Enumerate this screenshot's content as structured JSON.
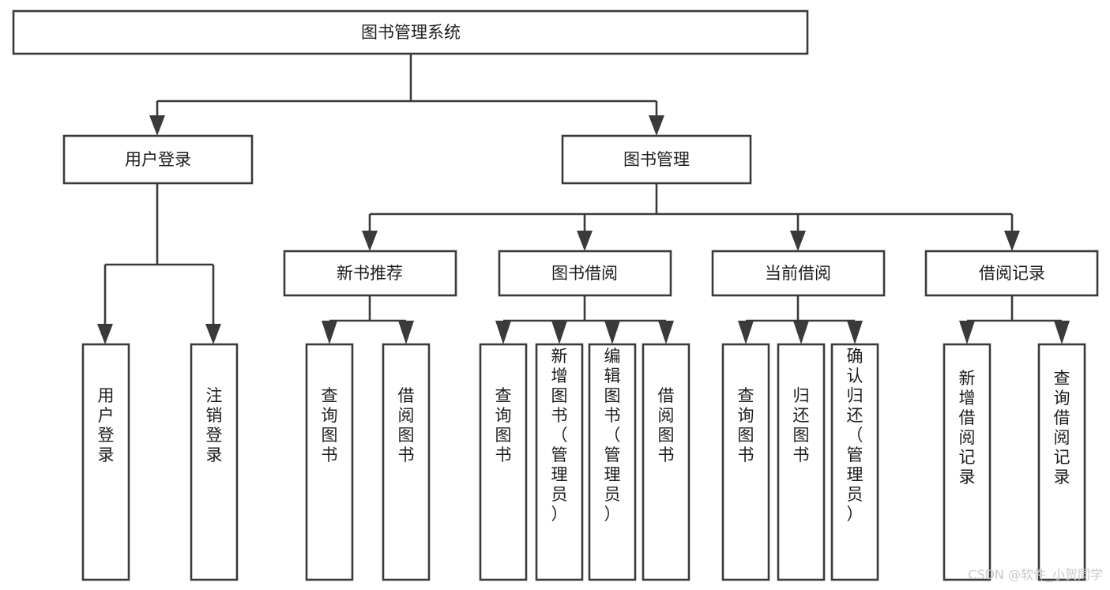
{
  "diagram": {
    "type": "tree-hierarchy",
    "title": "图书管理系统",
    "orientation": "top-down",
    "colors": {
      "background": "#ffffff",
      "box_fill": "#ffffff",
      "box_stroke": "#3a3a3a",
      "text": "#1c1c1c",
      "watermark": "#c9c9c9"
    },
    "levels": {
      "root": {
        "label": "图书管理系统"
      },
      "level2": [
        {
          "id": "user-login",
          "label": "用户登录"
        },
        {
          "id": "book-management",
          "label": "图书管理"
        }
      ],
      "level3": [
        {
          "id": "new-book-recommend",
          "label": "新书推荐",
          "parent": "book-management"
        },
        {
          "id": "book-borrow",
          "label": "图书借阅",
          "parent": "book-management"
        },
        {
          "id": "current-borrow",
          "label": "当前借阅",
          "parent": "book-management"
        },
        {
          "id": "borrow-record",
          "label": "借阅记录",
          "parent": "book-management"
        }
      ],
      "leaves": [
        {
          "id": "leaf-user-login",
          "label": "用户登录",
          "parent": "user-login"
        },
        {
          "id": "leaf-logout-login",
          "label": "注销登录",
          "parent": "user-login"
        },
        {
          "id": "leaf-query-book-1",
          "label": "查询图书",
          "parent": "new-book-recommend"
        },
        {
          "id": "leaf-borrow-book-1",
          "label": "借阅图书",
          "parent": "new-book-recommend"
        },
        {
          "id": "leaf-query-book-2",
          "label": "查询图书",
          "parent": "book-borrow"
        },
        {
          "id": "leaf-add-book",
          "label": "新增图书（管理员）",
          "parent": "book-borrow"
        },
        {
          "id": "leaf-edit-book",
          "label": "编辑图书（管理员）",
          "parent": "book-borrow"
        },
        {
          "id": "leaf-borrow-book-2",
          "label": "借阅图书",
          "parent": "book-borrow"
        },
        {
          "id": "leaf-query-book-3",
          "label": "查询图书",
          "parent": "current-borrow"
        },
        {
          "id": "leaf-return-book",
          "label": "归还图书",
          "parent": "current-borrow"
        },
        {
          "id": "leaf-confirm-return",
          "label": "确认归还（管理员）",
          "parent": "current-borrow"
        },
        {
          "id": "leaf-add-record",
          "label": "新增借阅记录",
          "parent": "borrow-record"
        },
        {
          "id": "leaf-query-record",
          "label": "查询借阅记录",
          "parent": "borrow-record"
        }
      ]
    }
  },
  "watermark": {
    "text": "CSDN @软件_小贺同学"
  }
}
